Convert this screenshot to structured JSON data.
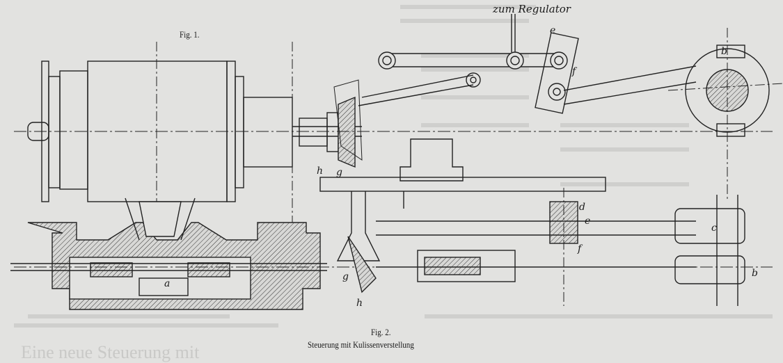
{
  "figure1": {
    "title": "Fig. 1.",
    "note": "zum Regulator",
    "labels": {
      "e": "e",
      "f": "f",
      "b": "b",
      "h": "h",
      "g": "g"
    }
  },
  "figure2": {
    "title": "Fig. 2.",
    "caption": "Steuerung mit Kulissenverstellung",
    "labels": {
      "a": "a",
      "d": "d",
      "e": "e",
      "f": "f",
      "c": "c",
      "b": "b",
      "g": "g",
      "h": "h"
    }
  },
  "bleed_heading": "Eine neue Steuerung mit"
}
